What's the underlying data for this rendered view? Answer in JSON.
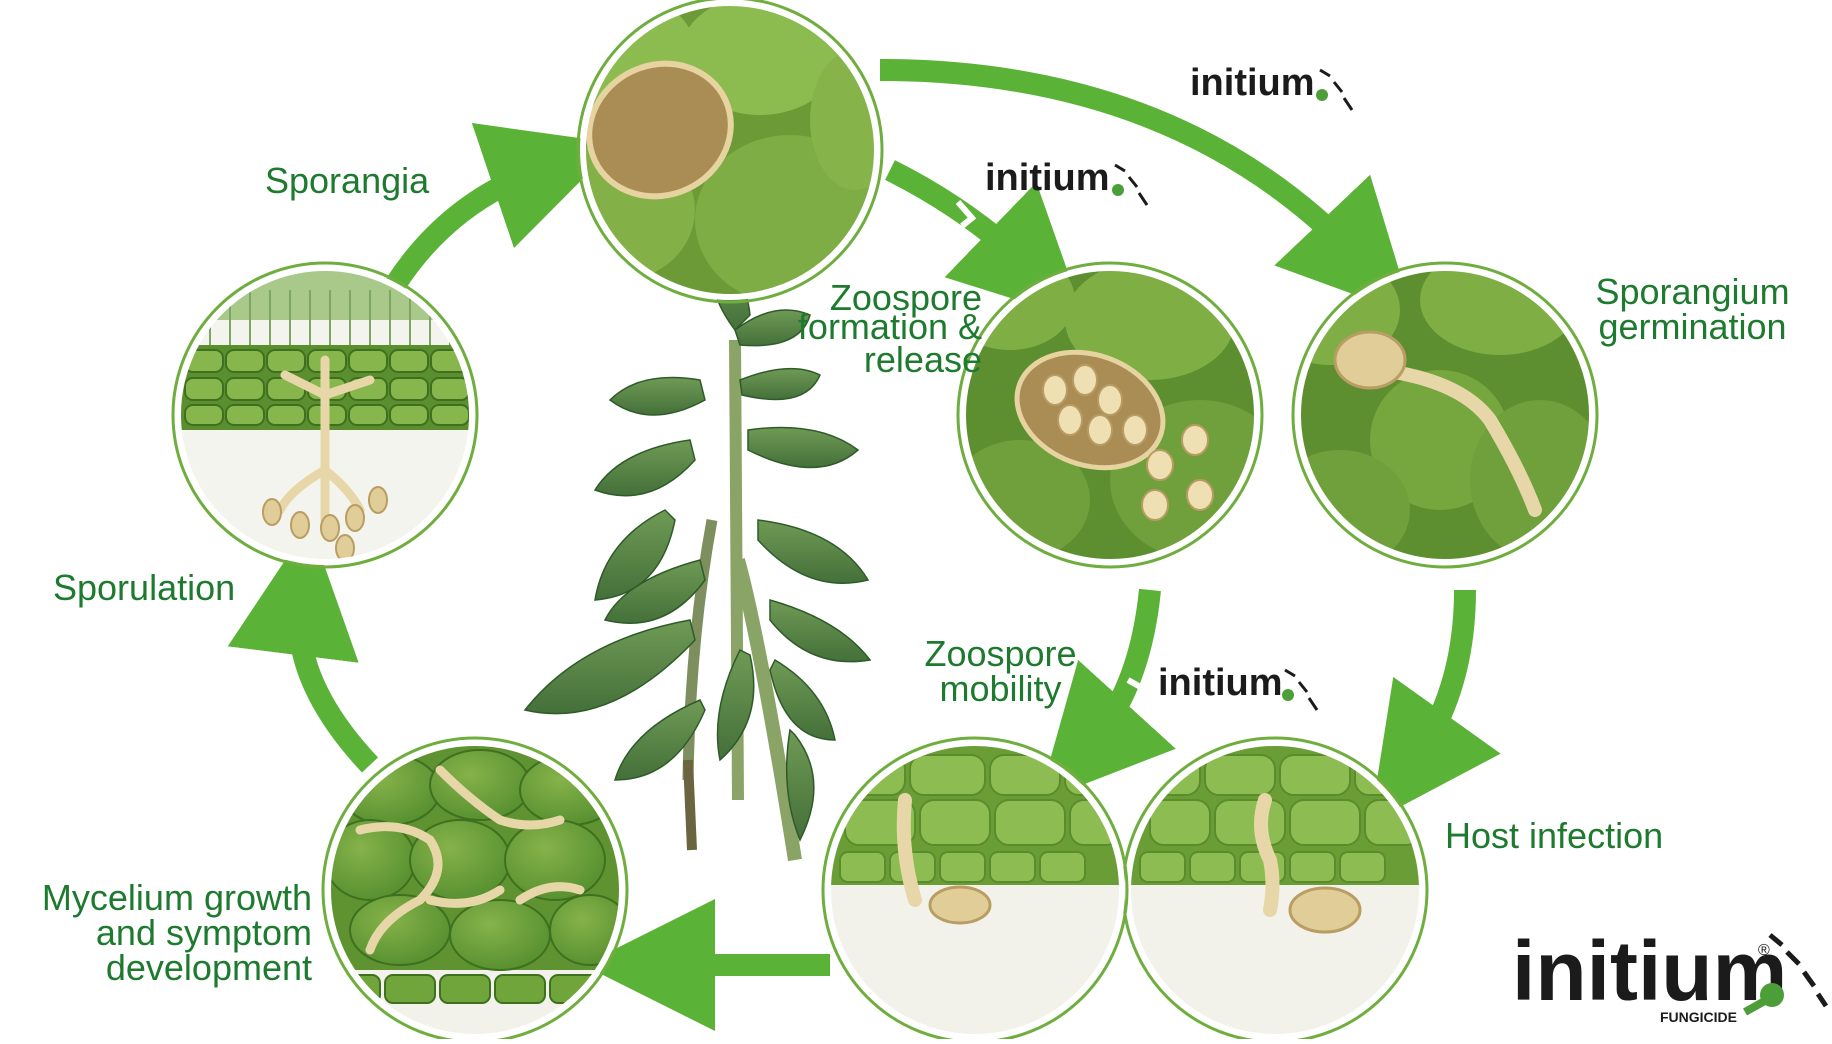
{
  "colors": {
    "label": "#1e7a2e",
    "arrow": "#5ab336",
    "cell_dark": "#3f7a25",
    "cell_light": "#7fb144",
    "hypha": "#e7d7a8",
    "sporangium": "#a98d55",
    "ring": "#9ccc72"
  },
  "stages": {
    "sporangia": "Sporangia",
    "zoospore_formation": [
      "Zoospore",
      "formation &",
      "release"
    ],
    "sporangium_germination": [
      "Sporangium",
      "germination"
    ],
    "zoospore_mobility": [
      "Zoospore",
      "mobility"
    ],
    "host_infection": "Host infection",
    "mycelium_growth": [
      "Mycelium growth",
      "and symptom",
      "development"
    ],
    "sporulation": "Sporulation"
  },
  "brand": {
    "name": "initium",
    "registered": "®",
    "sub": "FUNGICIDE"
  }
}
